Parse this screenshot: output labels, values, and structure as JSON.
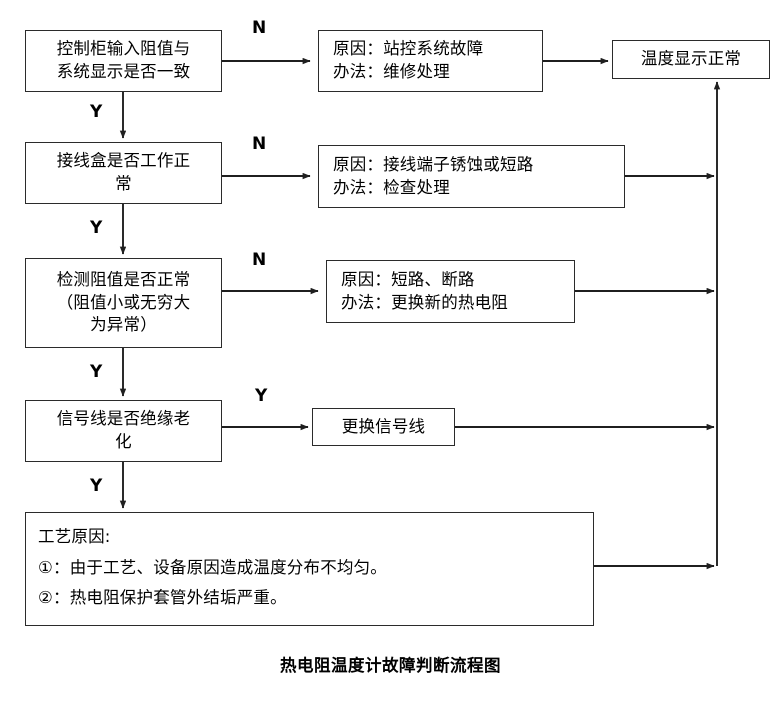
{
  "diagram": {
    "caption": "热电阻温度计故障判断流程图",
    "nodes": {
      "d1": {
        "line1": "控制柜输入阻值与",
        "line2": "系统显示是否一致"
      },
      "d2": {
        "line1": "接线盒是否工作正",
        "line2": "常"
      },
      "d3": {
        "line1": "检测阻值是否正常",
        "line2": "（阻值小或无穷大",
        "line3": "为异常）"
      },
      "d4": {
        "line1": "信号线是否绝缘老",
        "line2": "化"
      },
      "a1": {
        "line1": "原因：站控系统故障",
        "line2": "办法：维修处理"
      },
      "a2": {
        "line1": "原因：接线端子锈蚀或短路",
        "line2": "办法：检查处理"
      },
      "a3": {
        "line1": "原因：短路、断路",
        "line2": "办法：更换新的热电阻"
      },
      "a4": {
        "line1": "更换信号线"
      },
      "a5": {
        "line1": "工艺原因:",
        "line2": "①：由于工艺、设备原因造成温度分布不均匀。",
        "line3": "②：热电阻保护套管外结垢严重。"
      },
      "end": {
        "line1": "温度显示正常"
      }
    },
    "edge_labels": {
      "n1": "N",
      "n2": "N",
      "n3": "N",
      "y_branch4": "Y",
      "y1": "Y",
      "y2": "Y",
      "y3": "Y",
      "y4": "Y"
    },
    "colors": {
      "stroke": "#2b2b2b",
      "text": "#000000",
      "background": "#ffffff"
    }
  }
}
